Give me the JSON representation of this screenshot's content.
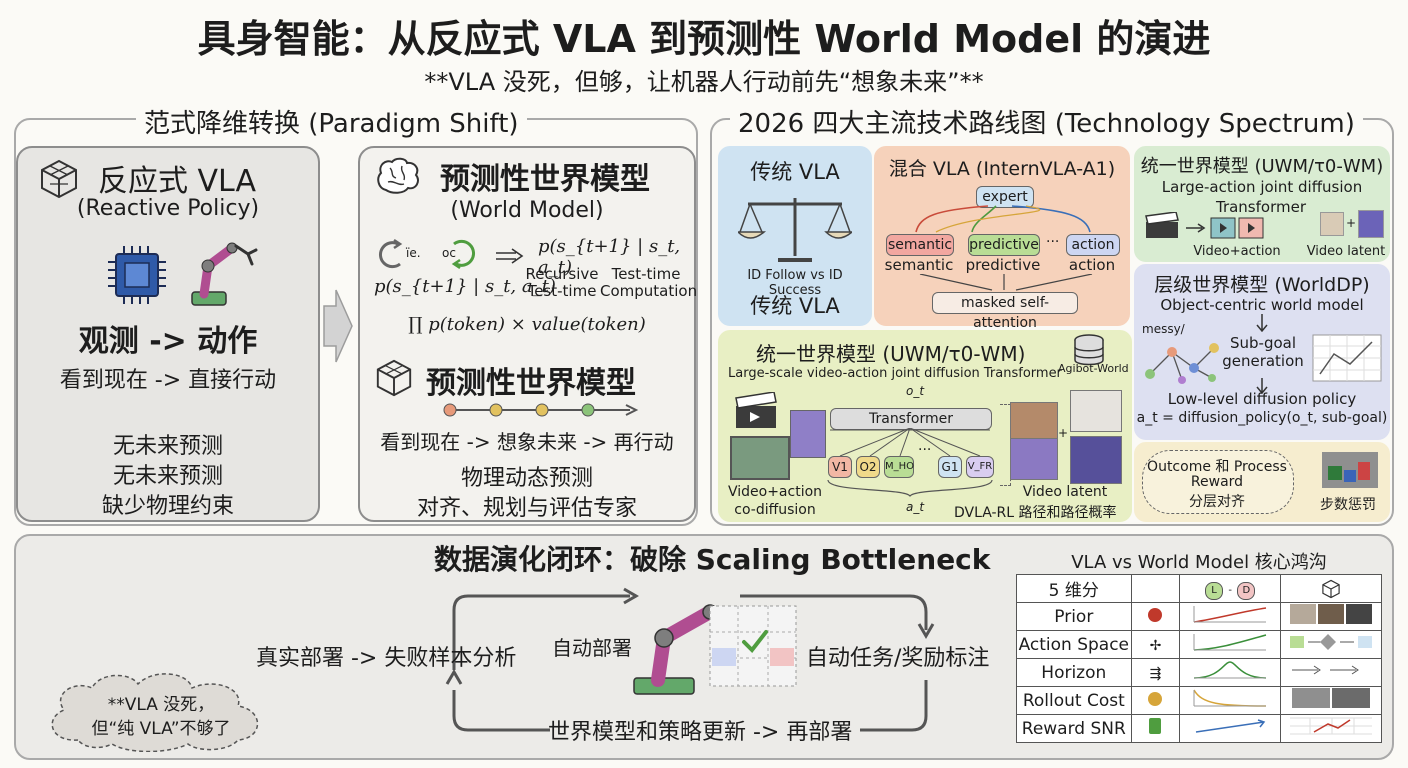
{
  "header": {
    "title": "具身智能：从反应式 VLA 到预测性 World Model 的演进",
    "subtitle": "**VLA 没死，但够，让机器人行动前先“想象未来”**"
  },
  "paradigm": {
    "section_title": "范式降维转换 (Paradigm Shift)",
    "reactive": {
      "title": "反应式 VLA",
      "subtitle": "(Reactive Policy)",
      "obs_action": "观测 -> 动作",
      "desc": "看到现在 -> 直接行动",
      "points": [
        "无未来预测",
        "无未来预测",
        "缺少物理约束"
      ]
    },
    "world": {
      "title": "预测性世界模型",
      "subtitle": "(World Model)",
      "loop_a": "ïe.",
      "loop_b": "oc",
      "formula_top": "p(s_{t+1} | s_t, a_t)",
      "formula_left": "p(s_{t+1} | s_t, a_t)",
      "recursive": "Recursive\nTest-time",
      "testtime": "Test-time\nComputation",
      "product": "∏ p(token) × value(token)",
      "title2": "预测性世界模型",
      "flow": "看到现在 -> 想象未来 -> 再行动",
      "point1": "物理动态预测",
      "point2": "对齐、规划与评估专家"
    }
  },
  "spectrum": {
    "section_title": "2026 四大主流技术路线图 (Technology Spectrum)",
    "trad": {
      "title": "传统 VLA",
      "caption": "ID Follow vs ID Success",
      "title2": "传统 VLA"
    },
    "hybrid": {
      "title": "混合 VLA (InternVLA-A1)",
      "expert": "expert",
      "boxes": [
        "semantic",
        "predictive",
        "action"
      ],
      "dots": "···",
      "labels": [
        "semantic",
        "predictive",
        "action"
      ],
      "attn": "masked self-attention"
    },
    "unified_small": {
      "title": "统一世界模型 (UWM/τ0-WM)",
      "line1": "Large-action joint diffusion",
      "line2": "Transformer",
      "cap1": "Video+action",
      "cap2": "Video latent",
      "plus": "+"
    },
    "unified": {
      "title": "统一世界模型 (UWM/τ0-WM)",
      "desc": "Large-scale video-action joint diffusion Transformer",
      "db": "Agibot-World",
      "ot": "o_t",
      "transformer": "Transformer",
      "tokens": [
        "V1",
        "O2",
        "M_HO",
        "G1",
        "V_FR"
      ],
      "dots": "···",
      "at": "a_t",
      "cap_left1": "Video+action",
      "cap_left2": "co-diffusion",
      "cap_right": "Video latent",
      "cap_bottom": "DVLA-RL 路径和路径概率",
      "plus": "+"
    },
    "hier": {
      "title": "层级世界模型 (WorldDP)",
      "line1": "Object-centric world model",
      "messy": "messy/",
      "subgoal": "Sub-goal\ngeneration",
      "low": "Low-level diffusion policy",
      "formula": "a_t = diffusion_policy(o_t, sub-goal)"
    },
    "reward": {
      "cloud1": "Outcome 和 Process",
      "cloud2": "Reward",
      "cloud3": "分层对齐",
      "right": "步数惩罚"
    }
  },
  "loop": {
    "title": "数据演化闭环：破除 Scaling Bottleneck",
    "left": "真实部署 -> 失败样本分析",
    "auto_deploy": "自动部署",
    "right": "自动任务/奖励标注",
    "bottom": "世界模型和策略更新 -> 再部署",
    "cloud_line1": "**VLA 没死，",
    "cloud_line2": "但“纯 VLA”不够了"
  },
  "compare": {
    "title": "VLA vs World Model 核心鸿沟",
    "header": "5 维分",
    "header_icons": [
      "L",
      "D"
    ],
    "rows": [
      "Prior",
      "Action Space",
      "Horizon",
      "Rollout Cost",
      "Reward SNR"
    ]
  },
  "colors": {
    "blue": "#cfe3f2",
    "orange": "#f6d2bb",
    "green": "#d9ecd2",
    "yellowgreen": "#e8efc4",
    "lavender": "#dde0f1",
    "cream": "#f6edcf",
    "grey": "#ecebe8"
  }
}
